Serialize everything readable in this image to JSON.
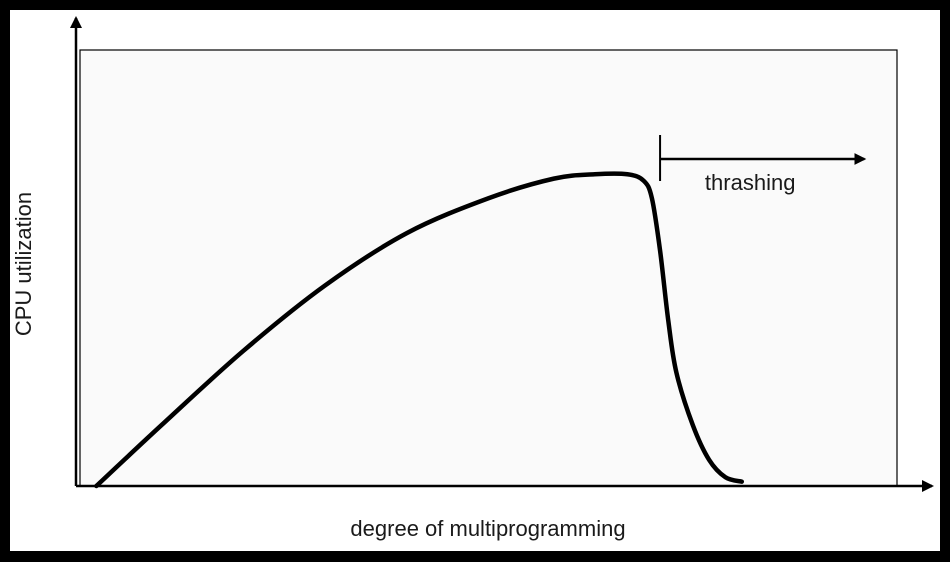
{
  "colors": {
    "frame": "#000000",
    "background": "#ffffff",
    "plot_area": "#fafafa",
    "curve": "#000000",
    "text": "#1a1a1a"
  },
  "chart_data": {
    "type": "line",
    "title": "",
    "xlabel": "degree of multiprogramming",
    "ylabel": "CPU utilization",
    "xlim": [
      0,
      100
    ],
    "ylim": [
      0,
      100
    ],
    "grid": false,
    "legend": "none",
    "series": [
      {
        "points": [
          [
            2,
            0
          ],
          [
            10,
            14
          ],
          [
            20,
            31
          ],
          [
            30,
            46
          ],
          [
            40,
            58
          ],
          [
            50,
            66
          ],
          [
            58,
            70.5
          ],
          [
            63,
            71.5
          ],
          [
            67,
            71.5
          ],
          [
            69,
            70
          ],
          [
            70,
            66
          ],
          [
            71,
            54
          ],
          [
            72,
            38
          ],
          [
            73,
            26
          ],
          [
            75,
            14
          ],
          [
            77,
            6
          ],
          [
            79,
            2
          ],
          [
            81,
            1
          ]
        ]
      }
    ],
    "annotations": [
      {
        "text": "thrashing",
        "type": "arrow",
        "x_start": 71,
        "x_end": 96,
        "y": 75
      }
    ]
  }
}
